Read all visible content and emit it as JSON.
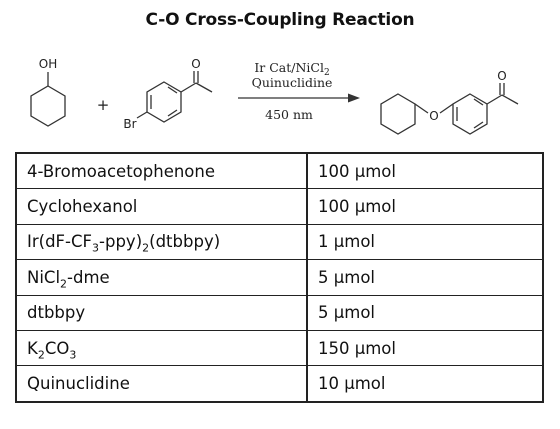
{
  "title": "C-O Cross-Coupling Reaction",
  "scheme": {
    "reactant1_label": "OH",
    "plus": "+",
    "reactant2_substituent": "Br",
    "reactant2_carbonyl": "O",
    "conditions": {
      "catalyst_a": "Ir Cat/NiCl",
      "catalyst_a_sub": "2",
      "base": "Quinuclidine",
      "wavelength": "450 nm"
    },
    "product_ether_o": "O",
    "product_carbonyl": "O"
  },
  "reagents": [
    {
      "name": "4-Bromoacetophenone",
      "amount": "100 µmol"
    },
    {
      "name": "Cyclohexanol",
      "amount": "100 µmol"
    },
    {
      "name_parts": [
        "Ir(dF-CF",
        "3",
        "-ppy)",
        "2",
        "(dtbbpy)"
      ],
      "amount": "1 µmol"
    },
    {
      "name_parts": [
        "NiCl",
        "2",
        "-dme"
      ],
      "amount": "5 µmol"
    },
    {
      "name": "dtbbpy",
      "amount": "5 µmol"
    },
    {
      "name_parts": [
        "K",
        "2",
        "CO",
        "3"
      ],
      "amount": "150 µmol"
    },
    {
      "name": "Quinuclidine",
      "amount": "10 µmol"
    }
  ]
}
